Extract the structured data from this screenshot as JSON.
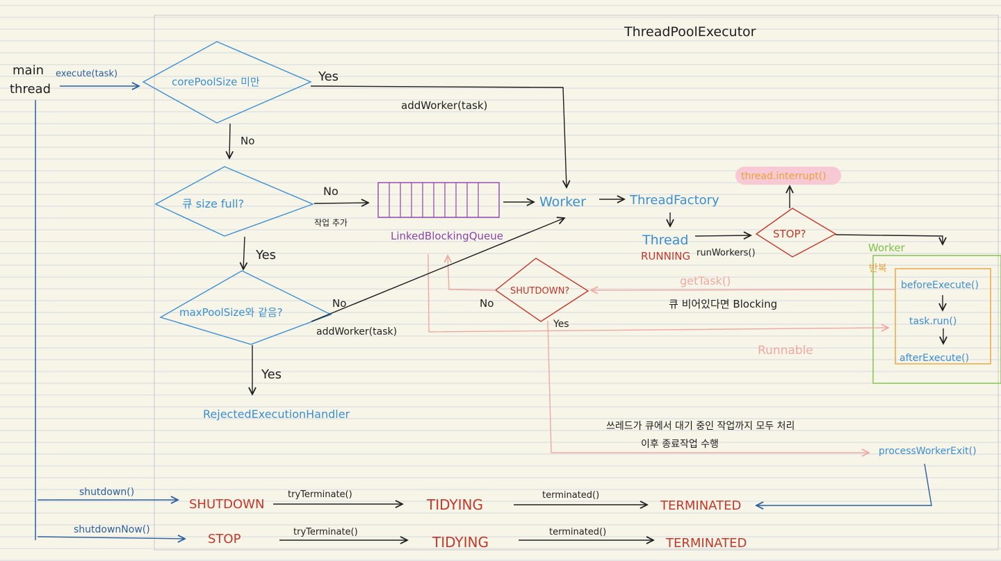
{
  "title": "ThreadPoolExecutor",
  "colors": {
    "paper": "#f7f4e8",
    "rule": "#d6d9e0",
    "ink": "#1e1e1e",
    "blue": "#3b8fd0",
    "navy": "#2a5f9e",
    "red": "#c0392b",
    "purple": "#8e44ad",
    "pink": "#eea9a3",
    "orange": "#e8a33a",
    "green": "#7bc24a"
  },
  "main_thread": {
    "line1": "main",
    "line2": "thread",
    "call": "execute(task)"
  },
  "decisions": {
    "core": {
      "text": "corePoolSize 미만",
      "yes": "Yes",
      "no": "No"
    },
    "queue": {
      "text": "큐 size full?",
      "yes": "Yes",
      "no": "No",
      "enqueue": "작업 추가"
    },
    "max": {
      "text": "maxPoolSize와 같음?",
      "yes": "Yes",
      "no": "No"
    },
    "shutdown": {
      "text": "SHUTDOWN?",
      "yes": "Yes",
      "no": "No"
    },
    "stop": {
      "text": "STOP?"
    }
  },
  "labels": {
    "add_worker_top": "addWorker(task)",
    "add_worker_bottom": "addWorker(task)",
    "queue_name": "LinkedBlockingQueue",
    "worker": "Worker",
    "thread_factory": "ThreadFactory",
    "thread": "Thread",
    "running": "RUNNING",
    "run_workers": "runWorkers()",
    "interrupt": "thread.interrupt()",
    "get_task": "getTask()",
    "blocking_note": "큐 비어있다면 Blocking",
    "runnable": "Runnable",
    "rejected": "RejectedExecutionHandler",
    "drain_note_1": "쓰레드가 큐에서 대기 중인 작업까지 모두 처리",
    "drain_note_2": "이후 종료작업 수행",
    "process_exit": "processWorkerExit()"
  },
  "worker_box": {
    "title": "Worker",
    "loop": "반복",
    "steps": [
      "beforeExecute()",
      "task.run()",
      "afterExecute()"
    ]
  },
  "lifecycle": [
    {
      "call": "shutdown()",
      "state": "SHUTDOWN",
      "t1": "tryTerminate()",
      "mid": "TIDYING",
      "t2": "terminated()",
      "end": "TERMINATED"
    },
    {
      "call": "shutdownNow()",
      "state": "STOP",
      "t1": "tryTerminate()",
      "mid": "TIDYING",
      "t2": "terminated()",
      "end": "TERMINATED"
    }
  ]
}
